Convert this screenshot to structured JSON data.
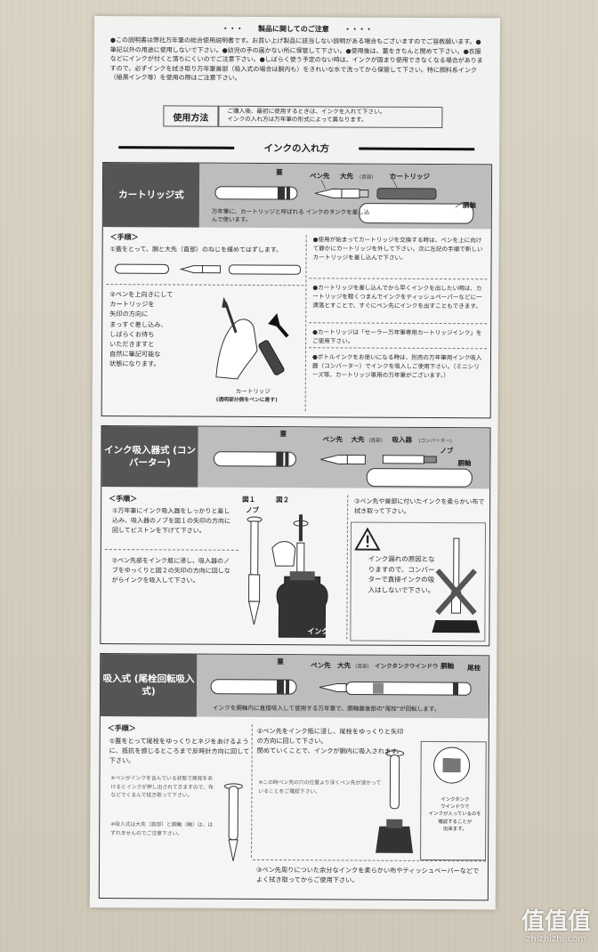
{
  "header": {
    "dots_left": "・・・",
    "title": "製品に関してのご注意",
    "dots_right": "・・・・",
    "notice": "●この説明書は弊社万年筆の総合使用説明書です。お買い上げ製品に該当しない説明がある場合もございますのでご容赦願います。●筆記以外の用途に使用しないで下さい。●幼児の手の届かない所に保管して下さい。●使用後は、蓋をきちんと閉めて下さい。●衣服などにインクが付くと落ちにくいのでご注意下さい。●しばらく使う予定のない時は、インクが固まり使用できなくなる場合がありますので、必ずインクを拭き取り万年筆首部（吸入式の場合は胴内も）をきれいな水で洗ってから保管して下さい。特に顔料系インク（極黒インク等）を使用の際はご注意下さい。"
  },
  "usage": {
    "label": "使用方法",
    "text": "ご購入後、最初に使用するときは、インクを入れて下さい。\nインクの入れ方は万年筆の形式によって異なります。"
  },
  "ink_heading": "インクの入れ方",
  "cartridge": {
    "title": "カートリッジ式",
    "caption": "万年筆に、カートリッジと呼ばれる\nインクのタンクを差し込んで使います。",
    "labels": {
      "cap": "蓋",
      "nib": "ペン先",
      "section": "大先",
      "section_sub": "(首部)",
      "cartridge": "カートリッジ",
      "barrel": "胴軸"
    },
    "steps_heading": "＜手順＞",
    "step1": "①蓋をとって、胴と大先（首部）のねじを緩めてはずします。",
    "step2": "②ペンを上向きにして\nカートリッジを\n矢印の方向に\nまっすぐ差し込み、\nしばらくお待ち\nいただきますと\n自然に筆記可能な\n状態になります。",
    "cart_label": "カートリッジ",
    "cart_sub": "(透明部分側をペンに差す)",
    "note1": "●使用が始まってカートリッジを交換する時は、ペンを上に向けて静かにカートリッジを外して下さい。次に左記の手順で新しいカートリッジを差し込んで下さい。",
    "note2": "●カートリッジを差し込んでから早くインクを出したい時は、カートリッジを軽くつまんでインクをティッシュペーパーなどに一滴落とすことで、すぐにペン先にインクを出すこともできます。",
    "note3": "●カートリッジは「セーラー万年筆専用カートリッジインク」をご使用下さい。",
    "note4": "●ボトルインクをお使いになる時は、別売の万年筆用インク吸入器（コンバーター）でインクを吸入しご使用下さい。（ミニシリーズ等、カートリッジ専用の万年筆がございます。）"
  },
  "converter": {
    "title": "インク吸入器式\n(コンバーター)",
    "labels": {
      "cap": "蓋",
      "nib": "ペン先",
      "section": "大先",
      "section_sub": "(首部)",
      "converter": "吸入器",
      "converter_sub": "(コンバーター)",
      "knob": "ノブ",
      "barrel": "胴軸"
    },
    "steps_heading": "＜手順＞",
    "step1": "①万年筆にインク吸入器をしっかりと差し込み、吸入器のノブを図１の矢印の方向に回してピストンを下げて下さい。",
    "step2": "②ペン先部をインク瓶に浸し、吸入器のノブをゆっくりと図２の矢印の方向に回しながらインクを吸入して下さい。",
    "fig1": "図１",
    "fig2": "図２",
    "knob": "ノブ",
    "ink": "インク",
    "step3": "③ペン先や首部に付いたインクを柔らかい布で拭き取って下さい。",
    "warning": "インク漏れの原因となりますので、コンバーターで直接インクの吸入はしないで下さい。"
  },
  "piston": {
    "title": "吸入式\n(尾栓回転吸入式)",
    "labels": {
      "cap": "蓋",
      "nib": "ペン先",
      "section": "大先",
      "section_sub": "(首部)",
      "window": "インクタンクウインドウ",
      "barrel": "胴軸",
      "knob": "尾栓"
    },
    "caption": "インクを胴軸内に直接吸入して使用する万年筆で、胴軸最後部の\"尾栓\"が回転します。",
    "steps_heading": "＜手順＞",
    "step1": "①蓋をとって尾栓をゆっくりとネジをあけるように、抵抗を感じるところまで反時計方向に回して下さい。",
    "note1": "※ペンがインクを含んでいる状態で尾栓をあけるとインクが押し出されてきますので、布などでくるんで拭き取って下さい。",
    "note2": "※吸入式は大先（首部）と胴軸（軸）は、はずれませんのでご注意下さい。",
    "step2": "②ペン先をインク瓶に浸し、尾栓をゆっくりと矢印の方向に回して下さい。\n閉めていくことで、インクが胴内に吸入されます。",
    "note3": "※この時ペン先の穴の位置より深くペン先が浸かっていることをご確認下さい。",
    "window_caption": "インクタンク\nウインドウで\nインクが入っているのを\n確認することが\n出来ます。",
    "step3": "③ペン先周りについた余分なインクを柔らかい布やティッシュペーパーなどでよく拭き取ってからご使用下さい。"
  },
  "watermark": {
    "logo": "值值值",
    "site": "zhizhizhi.com"
  }
}
